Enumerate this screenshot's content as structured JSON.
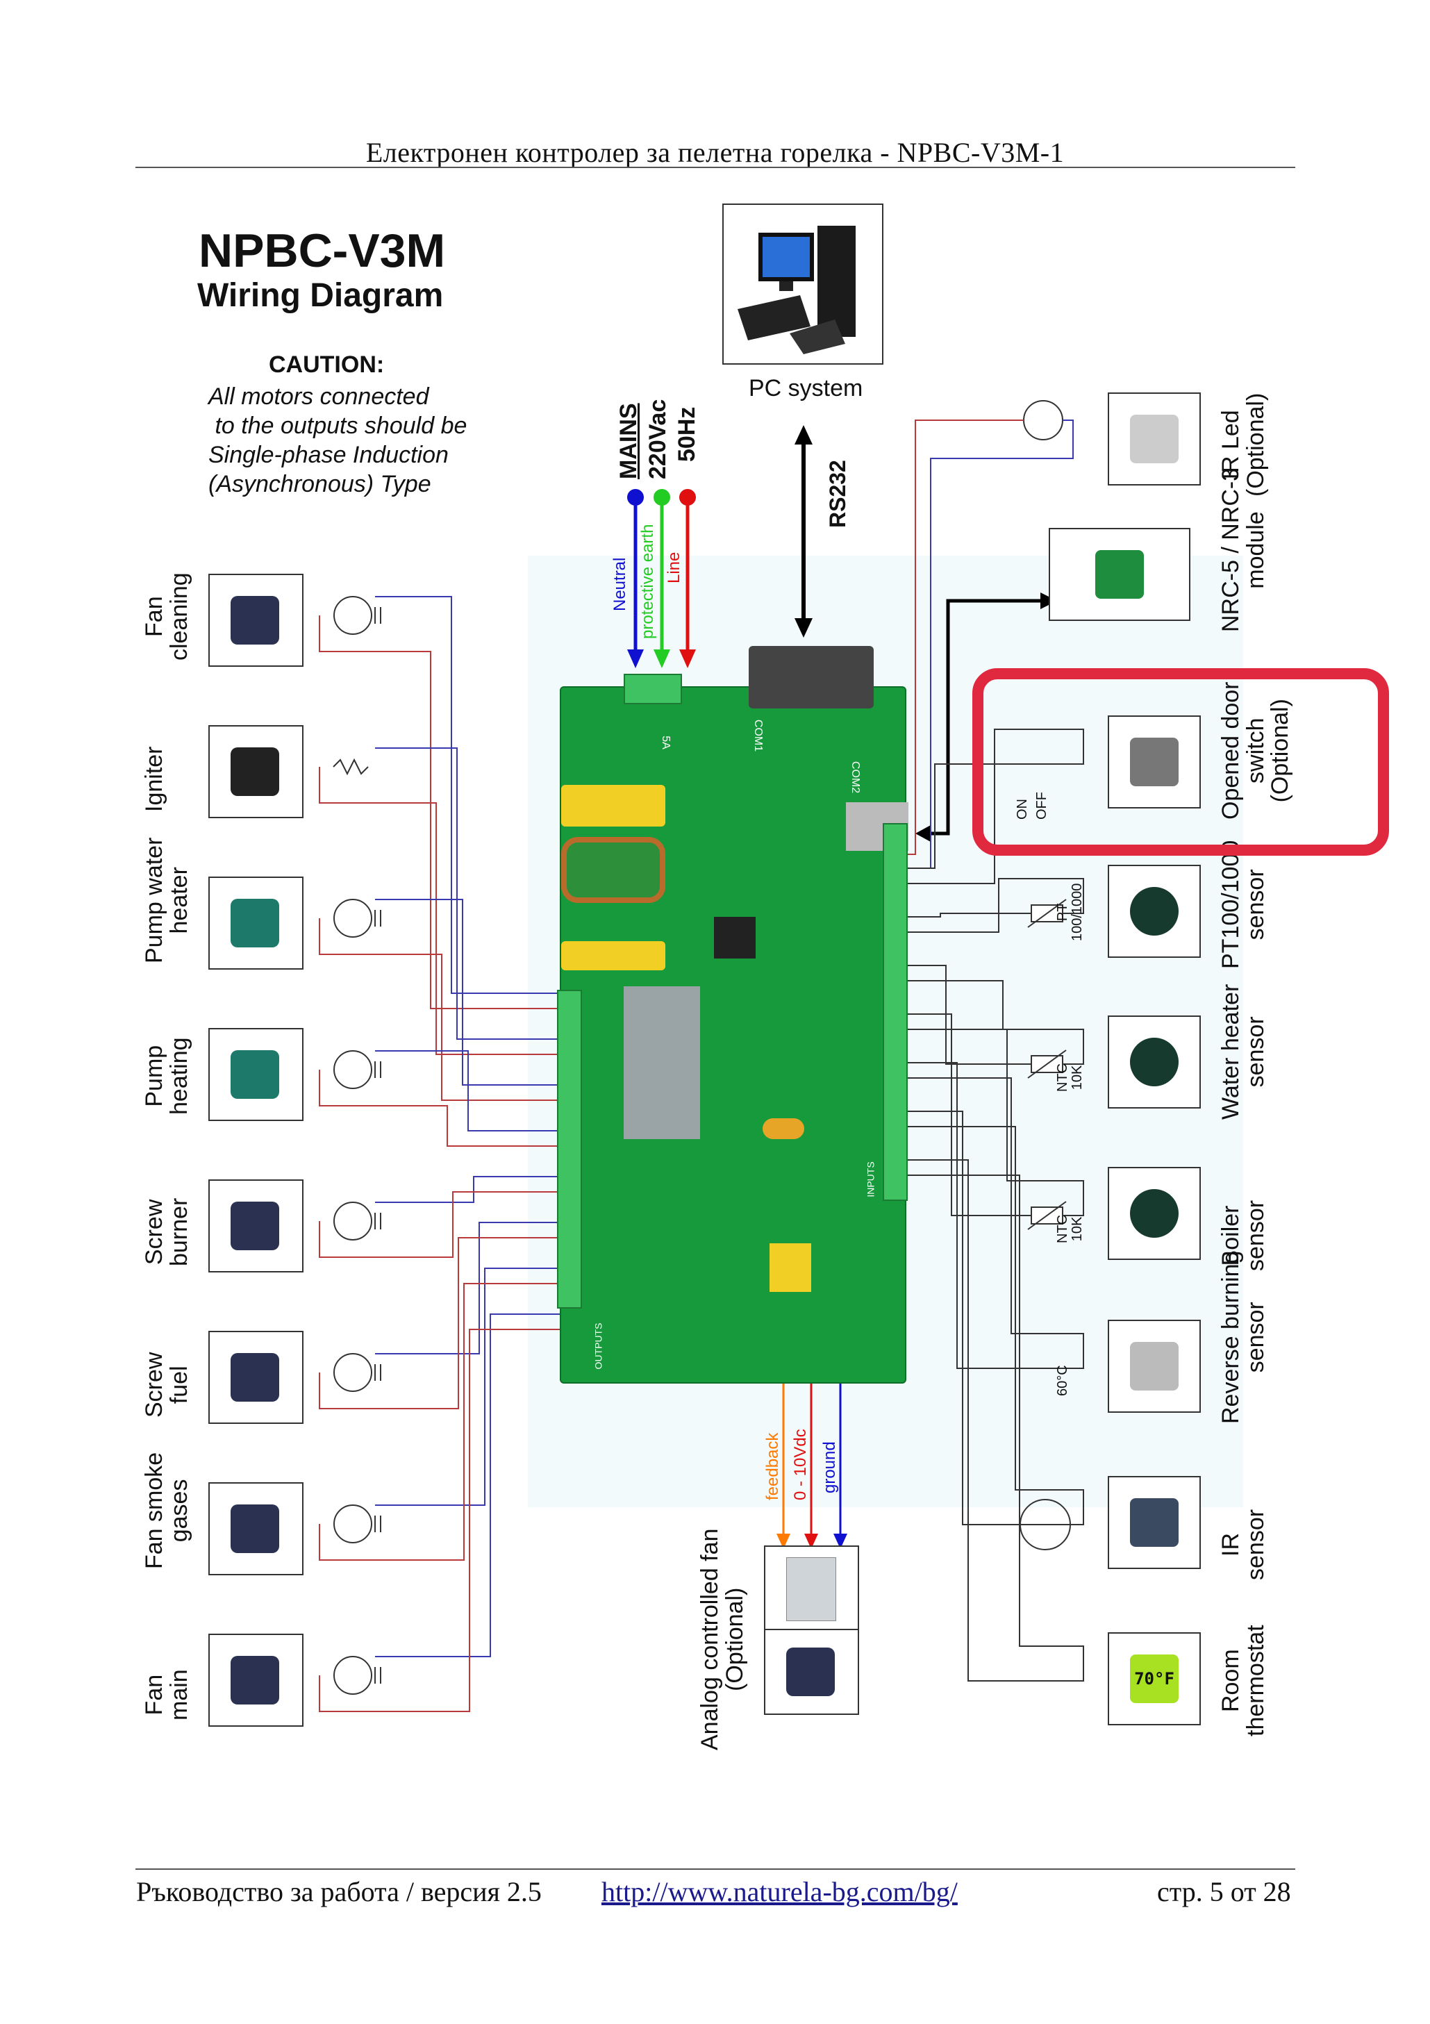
{
  "page_header": "Електронен контролер за пелетна горелка - NPBC-V3M-1",
  "diagram": {
    "title": "NPBC-V3M",
    "subtitle": "Wiring Diagram",
    "caution_title": "CAUTION:",
    "caution_text": "All motors connected\n to the outputs should be\nSingle-phase Induction\n(Asynchronous) Type",
    "pc": {
      "label": "PC system",
      "link_label": "RS232"
    },
    "mains": {
      "title": "MAINS",
      "voltage": "220Vac",
      "frequency": "50Hz",
      "wires": [
        {
          "label": "Neutral",
          "color": "#1010d0"
        },
        {
          "label": "protective earth",
          "color": "#22cc22"
        },
        {
          "label": "Line",
          "color": "#e01010"
        }
      ]
    },
    "outputs": [
      {
        "label": "Fan\ncleaning",
        "symbol": "motor"
      },
      {
        "label": "Igniter",
        "symbol": "resistor"
      },
      {
        "label": "Pump water\nheater",
        "symbol": "motor"
      },
      {
        "label": "Pump\nheating",
        "symbol": "motor"
      },
      {
        "label": "Screw\nburner",
        "symbol": "motor"
      },
      {
        "label": "Screw\nfuel",
        "symbol": "motor"
      },
      {
        "label": "Fan smoke\ngases",
        "symbol": "motor"
      },
      {
        "label": "Fan\nmain",
        "symbol": "motor"
      }
    ],
    "inputs": [
      {
        "label": "IR Led\n(Optional)",
        "symbol": "led"
      },
      {
        "label": "NRC-5 / NRC-3\nmodule",
        "symbol": "module"
      },
      {
        "label": "Opened door\nswitch\n(Optional)",
        "symbol": "switch",
        "switch_on": "ON",
        "switch_off": "OFF",
        "highlighted": true
      },
      {
        "label": "PT100/1000\nsensor",
        "symbol": "thermistor",
        "rating": "PT\n100/1000"
      },
      {
        "label": "Water heater\nsensor",
        "symbol": "thermistor",
        "rating": "NTC\n10K"
      },
      {
        "label": "Boiler\nsensor",
        "symbol": "thermistor",
        "rating": "NTC\n10K"
      },
      {
        "label": "Reverse burning\nsensor",
        "symbol": "thermostat",
        "rating": "60°C"
      },
      {
        "label": "IR\nsensor",
        "symbol": "ir"
      },
      {
        "label": "Room\nthermostat",
        "symbol": "thermostat-switch",
        "display": "70°F"
      }
    ],
    "analog_fan": {
      "label": "Analog controlled fan\n(Optional)",
      "wires": [
        {
          "label": "feedback",
          "color": "#ff7a00"
        },
        {
          "label": "0 - 10Vdc",
          "color": "#e01010"
        },
        {
          "label": "ground",
          "color": "#1010d0"
        }
      ]
    },
    "board": {
      "com1": "COM1",
      "com2": "COM2",
      "fuse": "5A",
      "outputs_tag": "OUTPUTS",
      "inputs_tag": "INPUTS"
    },
    "highlight_color": "#e0283f",
    "wire_colors": {
      "blue": "#3a3ab0",
      "red": "#b83a3a",
      "black": "#333333"
    }
  },
  "footer": {
    "manual": "Ръководство за работа / версия 2.5",
    "url": "http://www.naturela-bg.com/bg/",
    "page": "стр. 5 от 28"
  }
}
